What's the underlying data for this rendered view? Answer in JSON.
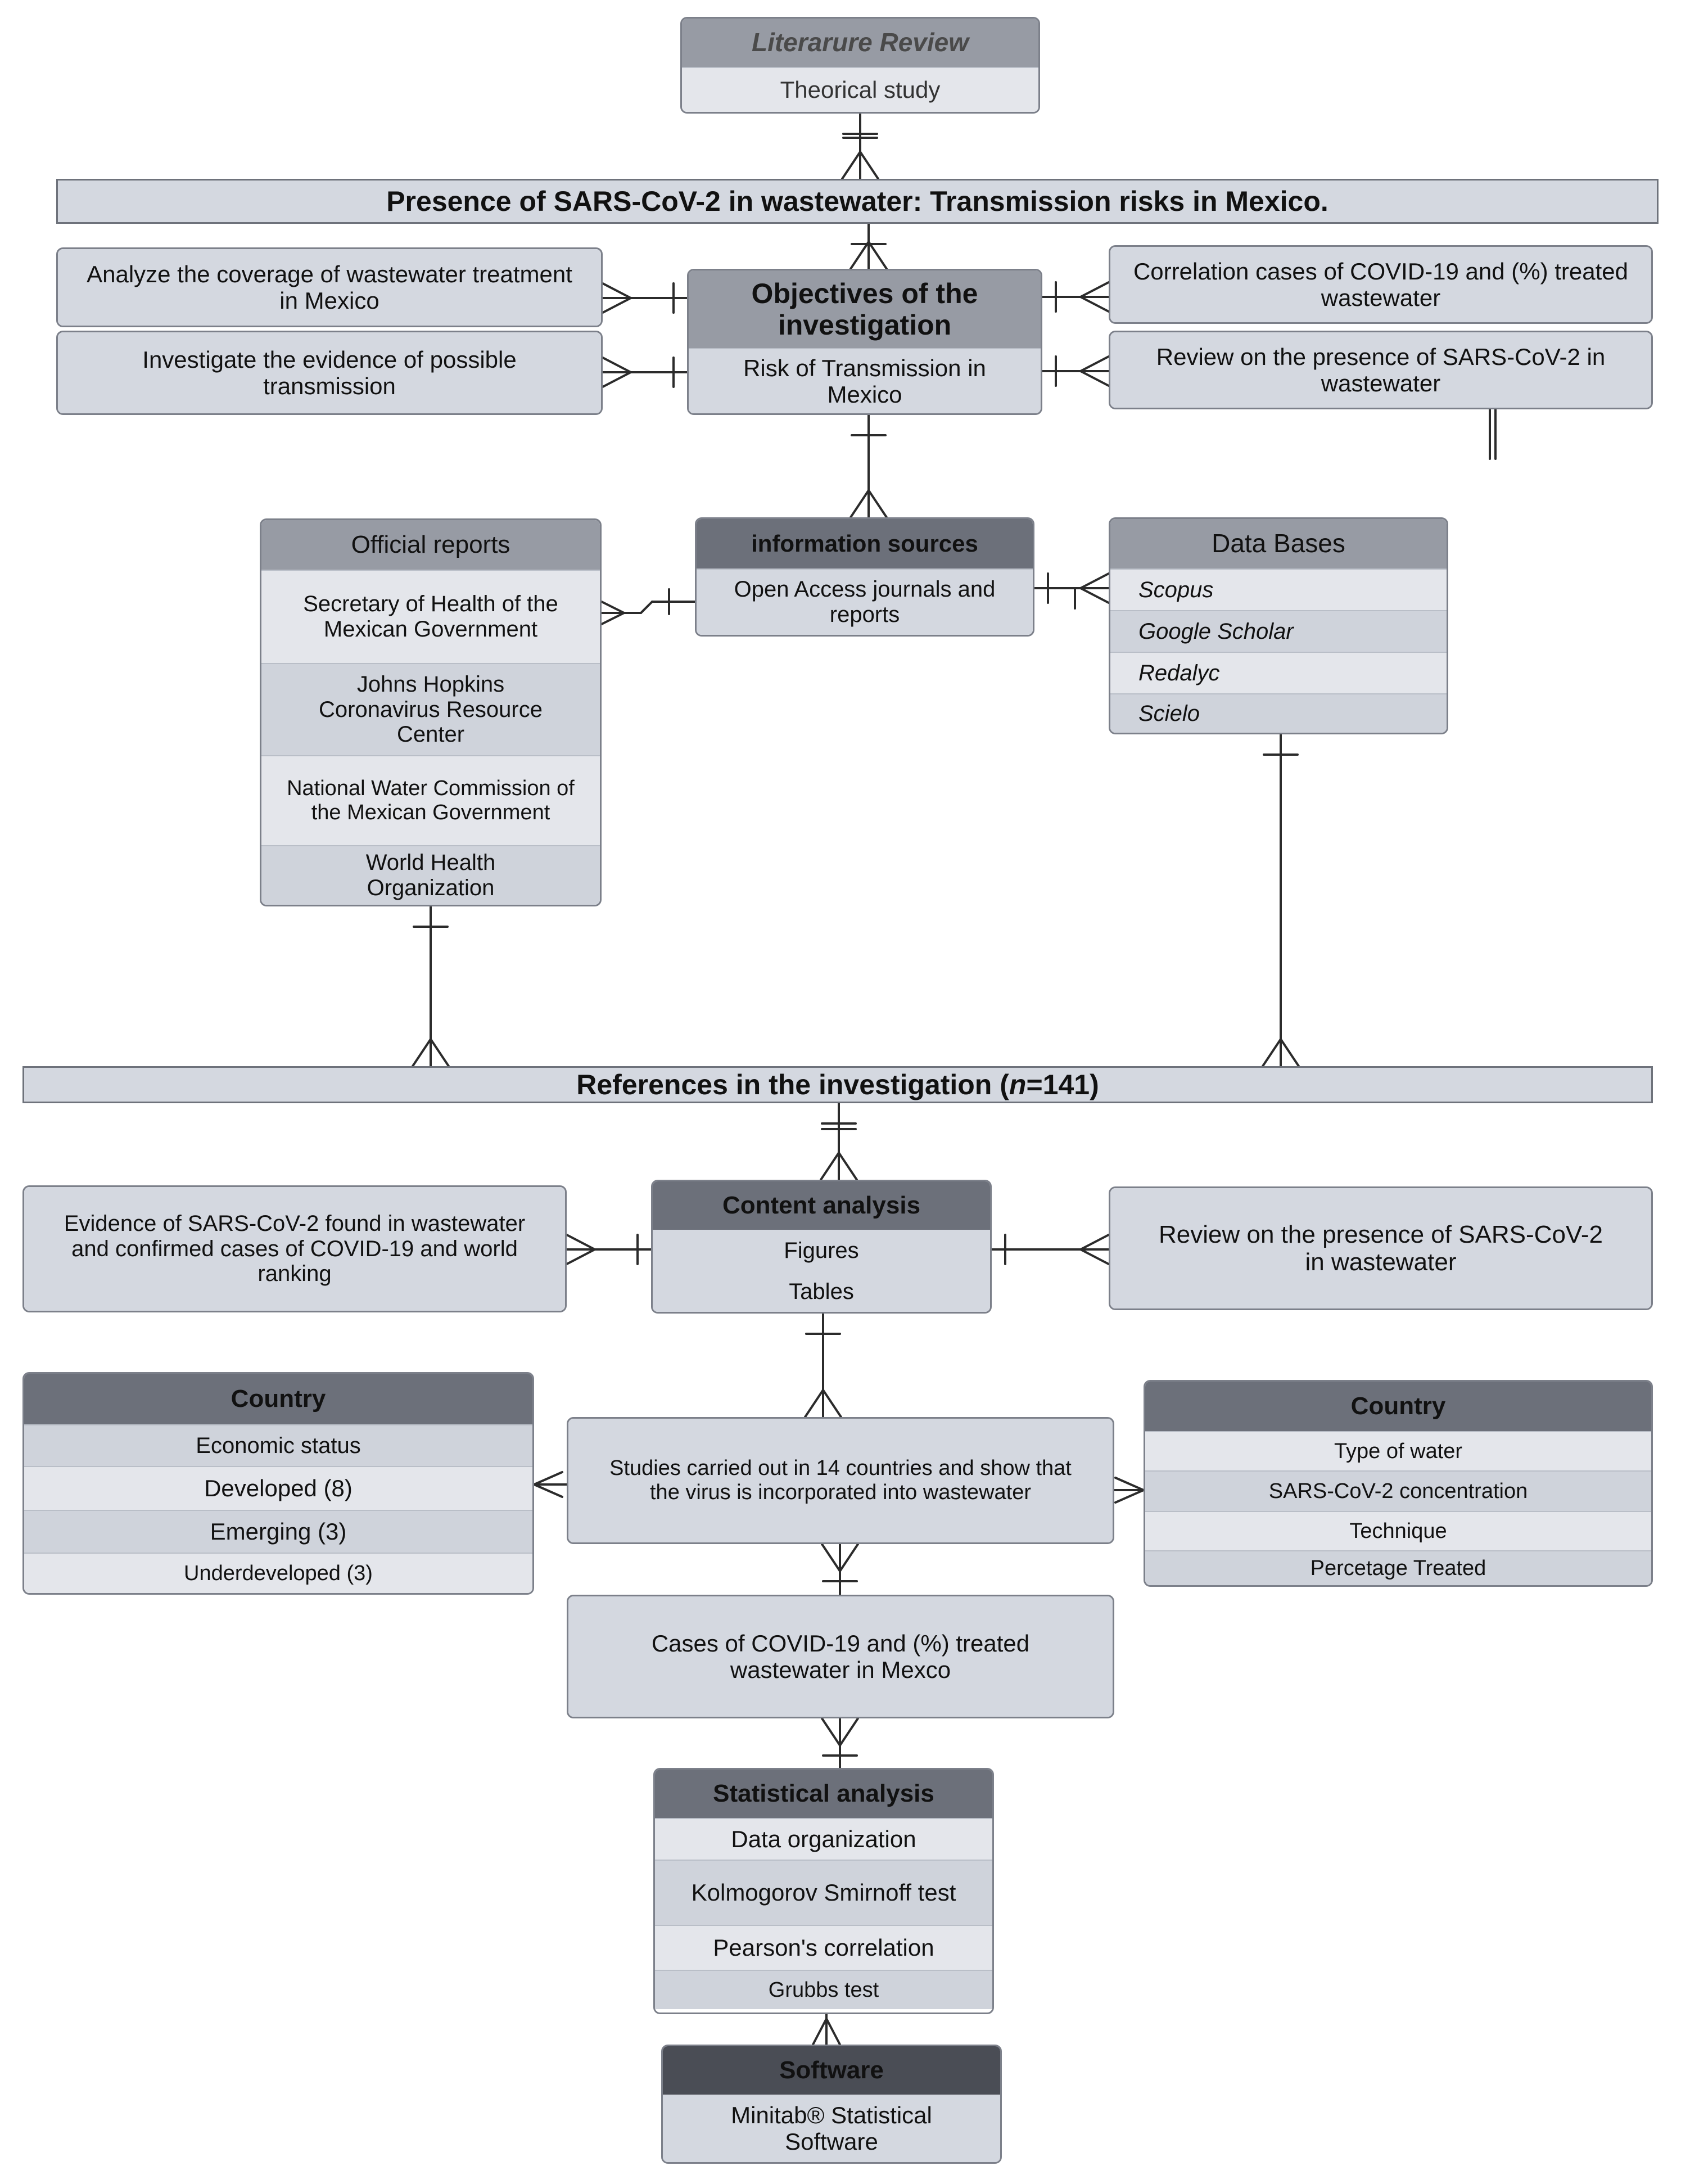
{
  "literature": {
    "title": "Literarure Review",
    "subtitle": "Theorical study"
  },
  "main_banner": "Presence of SARS-CoV-2 in wastewater: Transmission risks in Mexico.",
  "objectives": {
    "title": "Objectives of the investigation",
    "body": "Risk of Transmission in Mexico"
  },
  "left_objectives": [
    "Analyze the coverage of wastewater treatment in Mexico",
    "Investigate the evidence of possible transmission"
  ],
  "right_objectives": [
    "Correlation cases of COVID-19 and (%) treated wastewater",
    "Review on the presence of SARS-CoV-2 in wastewater"
  ],
  "info_sources": {
    "title": "information sources",
    "body": "Open Access journals and reports"
  },
  "official_reports": {
    "title": "Official reports",
    "items": [
      "Secretary of Health of the Mexican Government",
      "Johns Hopkins Coronavirus Resource Center",
      "National Water Commission of the Mexican Government",
      "World Health Organization"
    ]
  },
  "databases": {
    "title": "Data Bases",
    "items": [
      "Scopus",
      "Google Scholar",
      "Redalyc",
      "Scielo"
    ]
  },
  "references_banner": {
    "prefix": "References in the investigation (",
    "n": "n",
    "suffix": " =141)"
  },
  "content_analysis": {
    "title": "Content analysis",
    "items": [
      "Figures",
      "Tables"
    ]
  },
  "evidence_box": "Evidence of SARS-CoV-2 found in wastewater and confirmed cases of COVID-19 and world ranking",
  "review_box": "Review on the presence of SARS-CoV-2 in wastewater",
  "country_left": {
    "title": "Country",
    "items": [
      "Economic status",
      "Developed (8)",
      "Emerging (3)",
      "Underdeveloped (3)"
    ]
  },
  "studies_box": "Studies carried out in 14 countries and show that the virus is incorporated into wastewater",
  "country_right": {
    "title": "Country",
    "items": [
      "Type of water",
      "SARS-CoV-2 concentration",
      "Technique",
      "Percetage Treated"
    ]
  },
  "cases_box": "Cases of COVID-19 and (%) treated wastewater in Mexco",
  "statistical": {
    "title": "Statistical analysis",
    "items": [
      "Data organization",
      "Kolmogorov Smirnoff test",
      "Pearson's correlation",
      "Grubbs test"
    ]
  },
  "software": {
    "title": "Software",
    "body": "Minitab® Statistical Software"
  },
  "colors": {
    "line": "#2b2b2b",
    "header_light": "#979ba4",
    "header_dark": "#6c707a",
    "header_darker": "#4a4d55",
    "row_a": "#e4e6eb",
    "row_b": "#cfd3db",
    "box": "#d4d8e0"
  }
}
